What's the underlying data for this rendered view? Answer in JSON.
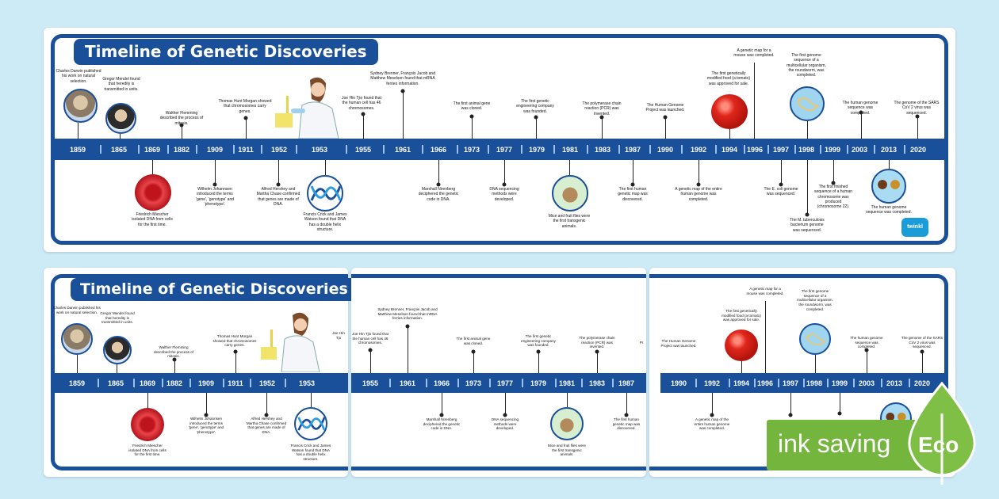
{
  "title": "Timeline of Genetic Discoveries",
  "brand": "twinkl",
  "eco_badge": {
    "text": "ink saving",
    "label": "Eco",
    "color": "#74b53e"
  },
  "colors": {
    "accent": "#1a4f9a",
    "background": "#cdeaf7"
  },
  "years": [
    "1859",
    "1865",
    "1869",
    "1882",
    "1909",
    "1911",
    "1952",
    "1953",
    "1955",
    "1961",
    "1966",
    "1973",
    "1977",
    "1979",
    "1981",
    "1983",
    "1987",
    "1990",
    "1992",
    "1994",
    "1996",
    "1997",
    "1998",
    "1999",
    "2003",
    "2013",
    "2020"
  ],
  "events": {
    "e1859": "Charles Darwin published his work on natural selection.",
    "e1865": "Gregor Mendel found that heredity is transmitted in units.",
    "e1869": "Friedrich Miescher isolated DNA from cells for the first time.",
    "e1882": "Walther Flemming described the process of mitosis.",
    "e1909": "Wilhelm Johannsen introduced the terms 'gene', 'genotype' and 'phenotype'.",
    "e1911": "Thomas Hunt Morgan showed that chromosomes carry genes.",
    "e1952": "Alfred Hershey and Martha Chase confirmed that genes are made of DNA.",
    "e1953": "Francis Crick and James Watson found that DNA has a double helix structure.",
    "e1955": "Joe Hin Tjio found that the human cell has 46 chromosomes.",
    "e1961": "Sydney Brenner, François Jacob and Matthew Meselson found that mRNA ferries information.",
    "e1966": "Marshall Nirenberg deciphered the genetic code in DNA.",
    "e1973": "The first animal gene was cloned.",
    "e1977": "DNA sequencing methods were developed.",
    "e1979": "The first genetic engineering company was founded.",
    "e1981": "Mice and fruit flies were the first transgenic animals.",
    "e1983": "The polymerase chain reaction (PCR) was invented.",
    "e1987": "The first human genetic map was discovered.",
    "e1990": "The Human Genome Project was launched.",
    "e1992": "A genetic map of the entire human genome was completed.",
    "e1994": "The first genetically modified food (a tomato) was approved for sale.",
    "e1996": "A genetic map for a mouse was completed.",
    "e1997": "The E. coli genome was sequenced.",
    "e1998": "The first genome sequence of a multicellular organism, the roundworm, was completed.",
    "e1998b": "The M. tuberculosis bacterium genome was sequenced.",
    "e1999": "The first finished sequence of a human chromosome was produced (chromosome 22).",
    "e2003": "The human genome sequence was completed.",
    "e2013": "The human genome sequence was completed.",
    "e2020": "The genome of the SARS CoV 2 virus was sequenced."
  }
}
